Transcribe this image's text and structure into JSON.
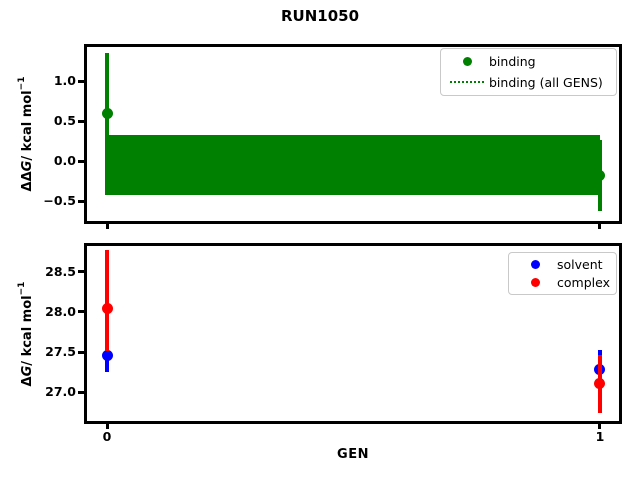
{
  "title": "RUN1050",
  "xlabel": "GEN",
  "colors": {
    "binding": "#008000",
    "solvent": "#0000ff",
    "complex": "#ff0000",
    "spine": "#000000",
    "legend_border": "#c9c9c9"
  },
  "chart_data": [
    {
      "type": "scatter",
      "name": "binding-vs-gen",
      "ylabel": "ΔΔG / kcal mol⁻¹",
      "ylabel_parts": {
        "prefix": "ΔΔ",
        "symbol": "G",
        "unit": " / kcal mol",
        "exponent": "−1"
      },
      "xlim": [
        -0.0406,
        1.0386
      ],
      "ylim": [
        -0.75,
        1.425
      ],
      "x_ticks": {
        "values": [
          0,
          1
        ],
        "labels": [
          "",
          ""
        ]
      },
      "y_ticks": {
        "values": [
          1.0,
          0.5,
          0.0,
          -0.5
        ],
        "labels": [
          "1.0",
          "0.5",
          "0.0",
          "−0.5"
        ]
      },
      "legend": [
        {
          "label": "binding",
          "marker": "dot",
          "color": "#008000"
        },
        {
          "label": "binding (all GENS)",
          "marker": "dotted-line",
          "color": "#008000"
        }
      ],
      "series": [
        {
          "name": "binding",
          "kind": "errorbar-points",
          "color": "#008000",
          "x": [
            0,
            1
          ],
          "y": [
            0.6,
            -0.18
          ],
          "yerr_minus": [
            1.02,
            0.44
          ],
          "yerr_plus": [
            0.75,
            0.44
          ]
        },
        {
          "name": "binding (all GENS)",
          "kind": "hline-with-band",
          "color": "#008000",
          "style": "dotted",
          "value": -0.045,
          "band": [
            -0.42,
            0.33
          ],
          "x_range": [
            0,
            1
          ]
        }
      ]
    },
    {
      "type": "scatter",
      "name": "dg-vs-gen",
      "ylabel": "ΔG / kcal mol⁻¹",
      "ylabel_parts": {
        "prefix": "Δ",
        "symbol": "G",
        "unit": " / kcal mol",
        "exponent": "−1"
      },
      "xlim": [
        -0.0406,
        1.0386
      ],
      "ylim": [
        26.645,
        28.82
      ],
      "x_ticks": {
        "values": [
          0,
          1
        ],
        "labels": [
          "0",
          "1"
        ]
      },
      "y_ticks": {
        "values": [
          28.5,
          28.0,
          27.5,
          27.0
        ],
        "labels": [
          "28.5",
          "28.0",
          "27.5",
          "27.0"
        ]
      },
      "legend": [
        {
          "label": "solvent",
          "marker": "dot",
          "color": "#0000ff"
        },
        {
          "label": "complex",
          "marker": "dot",
          "color": "#ff0000"
        }
      ],
      "series": [
        {
          "name": "solvent",
          "kind": "errorbar-points",
          "color": "#0000ff",
          "x": [
            0,
            1
          ],
          "y": [
            27.46,
            27.29
          ],
          "yerr_minus": [
            0.2,
            0.24
          ],
          "yerr_plus": [
            0.2,
            0.24
          ]
        },
        {
          "name": "complex",
          "kind": "errorbar-points",
          "color": "#ff0000",
          "x": [
            0,
            1
          ],
          "y": [
            28.04,
            27.11
          ],
          "yerr_minus": [
            0.52,
            0.36
          ],
          "yerr_plus": [
            0.73,
            0.36
          ]
        }
      ]
    }
  ]
}
